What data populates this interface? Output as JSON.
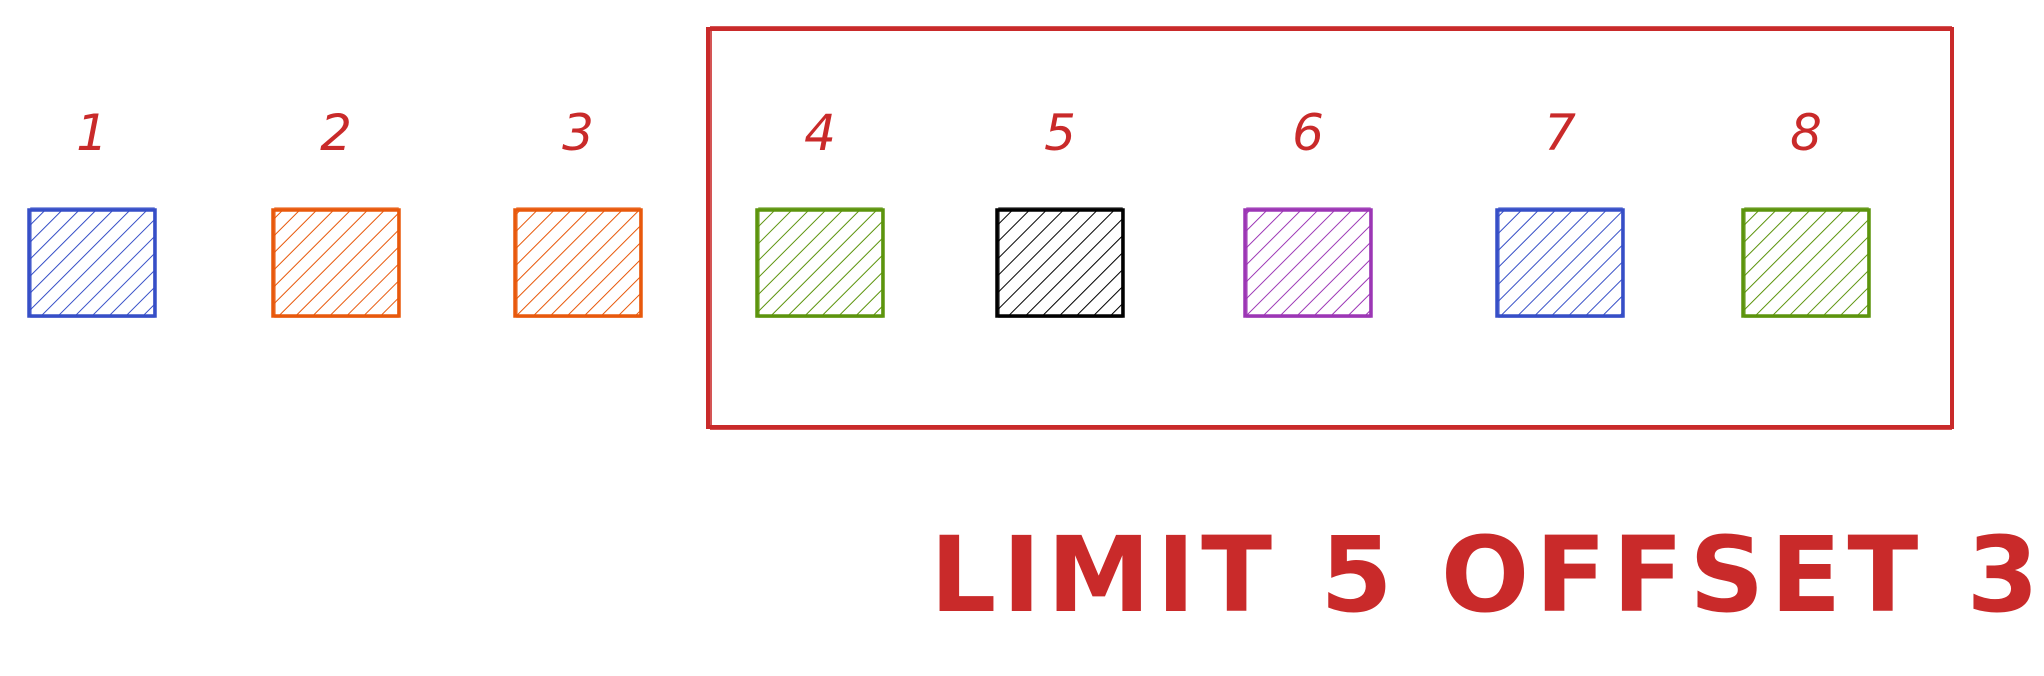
{
  "items": [
    {
      "label": "1",
      "color": "#364fc7"
    },
    {
      "label": "2",
      "color": "#e8590c"
    },
    {
      "label": "3",
      "color": "#e8590c"
    },
    {
      "label": "4",
      "color": "#5c940d"
    },
    {
      "label": "5",
      "color": "#000000"
    },
    {
      "label": "6",
      "color": "#9c36b5"
    },
    {
      "label": "7",
      "color": "#364fc7"
    },
    {
      "label": "8",
      "color": "#5c940d"
    }
  ],
  "window": {
    "offset": 3,
    "limit": 5,
    "color": "#c92a2a"
  },
  "caption": "LIMIT 5 OFFSET 3"
}
